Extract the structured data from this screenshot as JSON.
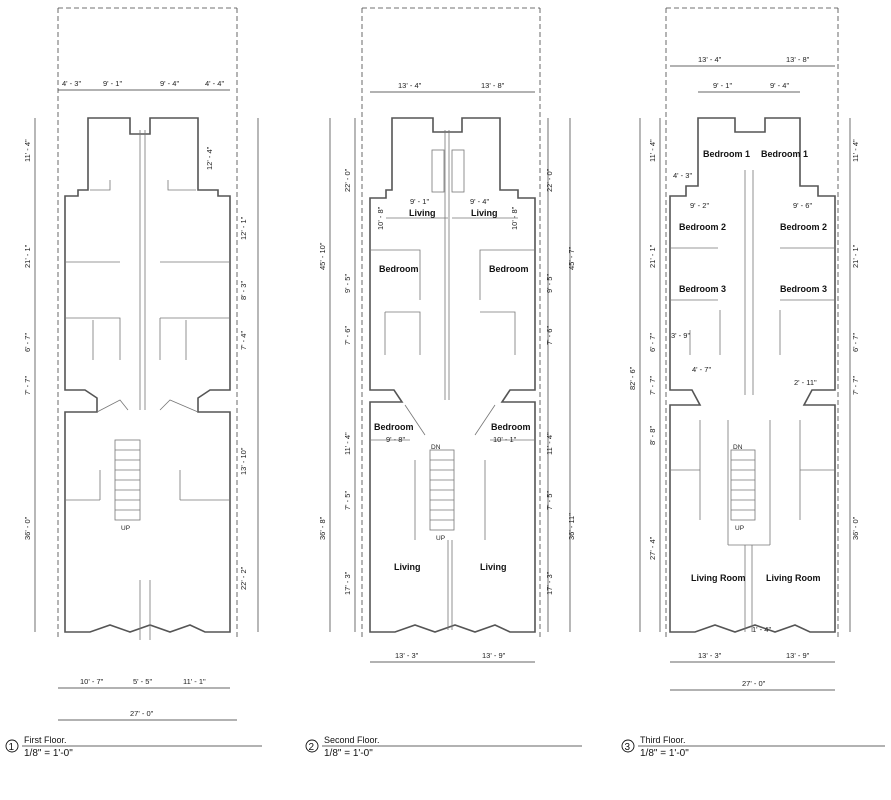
{
  "floors": [
    {
      "number": "1",
      "title": "First Floor.",
      "scale": "1/8\" = 1'-0\"",
      "stair": "UP",
      "rooms": [],
      "dims_top": [
        "4' - 3\"",
        "9' - 1\"",
        "9' - 4\"",
        "4' - 4\""
      ],
      "dims_left": [
        "11' - 4\"",
        "21' - 1\"",
        "6' - 7\"",
        "7' - 7\"",
        "36' - 0\""
      ],
      "dims_right": [
        "12' - 4\"",
        "12' - 1\"",
        "8' - 3\"",
        "7' - 4\"",
        "13' - 10\"",
        "22' - 2\""
      ],
      "dims_bottom": [
        "10' - 7\"",
        "5' - 5\"",
        "11' - 1\""
      ],
      "dim_overall": "27' - 0\""
    },
    {
      "number": "2",
      "title": "Second Floor.",
      "scale": "1/8\" = 1'-0\"",
      "stair_dn": "DN",
      "stair_up": "UP",
      "rooms": [
        "Living",
        "Living",
        "Bedroom",
        "Bedroom",
        "Bedroom",
        "Bedroom",
        "Living",
        "Living"
      ],
      "dims_top": [
        "13' - 4\"",
        "13' - 8\""
      ],
      "dims_left": [
        "22' - 0\"",
        "45' - 10\"",
        "10' - 8\"",
        "9' - 5\"",
        "7' - 6\"",
        "11' - 4\"",
        "7' - 5\"",
        "36' - 8\"",
        "17' - 3\""
      ],
      "dims_right": [
        "22' - 0\"",
        "45' - 7\"",
        "10' - 8\"",
        "9' - 5\"",
        "7' - 6\"",
        "11' - 4\"",
        "7' - 5\"",
        "36' - 11\"",
        "17' - 3\""
      ],
      "dims_inner": [
        "9' - 1\"",
        "9' - 4\"",
        "9' - 8\"",
        "10' - 1\""
      ],
      "dims_bottom": [
        "13' - 3\"",
        "13' - 9\""
      ]
    },
    {
      "number": "3",
      "title": "Third Floor.",
      "scale": "1/8\" = 1'-0\"",
      "stair_dn": "DN",
      "stair_up": "UP",
      "rooms": [
        "Bedroom 1",
        "Bedroom 1",
        "Bedroom 2",
        "Bedroom 2",
        "Bedroom 3",
        "Bedroom 3",
        "Living Room",
        "Living Room"
      ],
      "dims_top": [
        "13' - 4\"",
        "13' - 8\"",
        "9' - 1\"",
        "9' - 4\""
      ],
      "dims_left": [
        "11' - 4\"",
        "21' - 1\"",
        "6' - 7\"",
        "7' - 7\"",
        "8' - 8\"",
        "27' - 4\"",
        "82' - 6\""
      ],
      "dims_right": [
        "11' - 4\"",
        "21' - 1\"",
        "6' - 7\"",
        "7' - 7\"",
        "36' - 0\""
      ],
      "dims_inner": [
        "4' - 3\"",
        "9' - 2\"",
        "9' - 6\"",
        "3' - 9\"",
        "4' - 7\"",
        "2' - 11\"",
        "1' - 4\""
      ],
      "dims_bottom": [
        "13' - 3\"",
        "13' - 9\""
      ],
      "dim_overall": "27' - 0\""
    }
  ]
}
